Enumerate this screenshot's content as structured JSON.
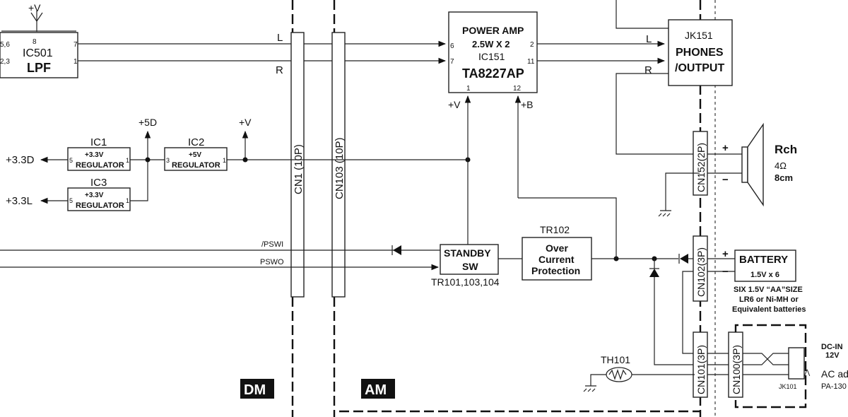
{
  "ic501": {
    "vplus": "+V",
    "pin8": "8",
    "pin56": "5,6",
    "pin23": "2,3",
    "pin7": "7",
    "pin1": "1",
    "name": "IC501",
    "func": "LPF"
  },
  "lines": {
    "L": "L",
    "R": "R",
    "L2": "L",
    "R2": "R"
  },
  "cn1": "CN1 (10P)",
  "cn103": "CN103 (10P)",
  "ic151": {
    "title": "POWER AMP",
    "spec": "2.5W X 2",
    "name": "IC151",
    "part": "TA8227AP",
    "pin6": "6",
    "pin7": "7",
    "pin2": "2",
    "pin11": "11",
    "pin1": "1",
    "pin12": "12",
    "vplus": "+V",
    "bplus": "+B"
  },
  "jk151": {
    "name": "JK151",
    "func1": "PHONES",
    "func2": "/OUTPUT"
  },
  "ic1": {
    "name": "IC1",
    "volt": "+3.3V",
    "func": "REGULATOR",
    "pin5": "5",
    "pin1": "1"
  },
  "ic2": {
    "name": "IC2",
    "volt": "+5V",
    "func": "REGULATOR",
    "pin3": "3",
    "pin1": "1"
  },
  "ic3": {
    "name": "IC3",
    "volt": "+3.3V",
    "func": "REGULATOR",
    "pin5": "5",
    "pin1": "1"
  },
  "rails": {
    "d33": "+3.3D",
    "l33": "+3.3L",
    "d5": "+5D",
    "v": "+V"
  },
  "speaker": {
    "name": "Rch",
    "imp": "4Ω",
    "size": "8cm",
    "plus": "+",
    "minus": "−"
  },
  "cn152": "CN152(2P)",
  "signals": {
    "pswi": "/PSWI",
    "pswo": "PSWO"
  },
  "standby": {
    "l1": "STANDBY",
    "l2": "SW",
    "tr": "TR101,103,104"
  },
  "ocp": {
    "tr": "TR102",
    "l1": "Over",
    "l2": "Current",
    "l3": "Protection"
  },
  "cn102": "CN102(3P)",
  "battery": {
    "title": "BATTERY",
    "spec": "1.5V x 6",
    "plus": "+",
    "minus": "−",
    "n1": "SIX 1.5V “AA”SIZE",
    "n2": "LR6 or Ni-MH or",
    "n3": "Equivalent batteries"
  },
  "cn101": "CN101(3P)",
  "cn100": "CN100(3P)",
  "th101": "TH101",
  "dcin": {
    "l1": "DC-IN",
    "l2": "12V",
    "jk": "JK101",
    "ac": "AC ad",
    "pa": "PA-130"
  },
  "sections": {
    "dm": "DM",
    "am": "AM"
  }
}
